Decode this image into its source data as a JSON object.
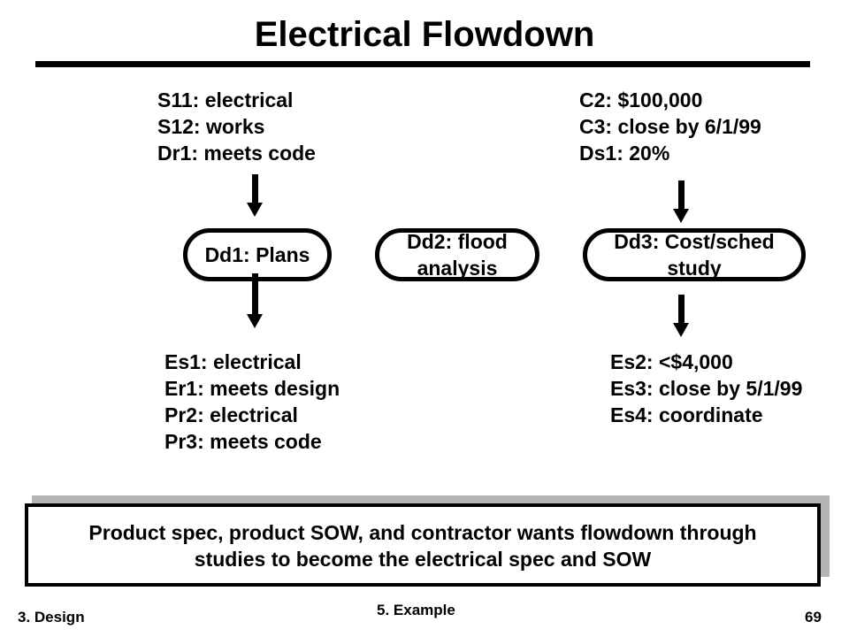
{
  "title": "Electrical Flowdown",
  "top_left": [
    "S11: electrical",
    "S12: works",
    "Dr1: meets code"
  ],
  "top_right": [
    "C2: $100,000",
    "C3: close by 6/1/99",
    "Ds1: 20%"
  ],
  "nodes": {
    "dd1": "Dd1: Plans",
    "dd2": [
      "Dd2: flood",
      "analysis"
    ],
    "dd3": [
      "Dd3: Cost/sched",
      "study"
    ]
  },
  "bottom_left": [
    "Es1: electrical",
    "Er1: meets design",
    "Pr2: electrical",
    "Pr3: meets code"
  ],
  "bottom_right": [
    "Es2: <$4,000",
    "Es3: close by 5/1/99",
    "Es4: coordinate"
  ],
  "note": [
    "Product spec, product SOW, and contractor wants flowdown through",
    "studies to become the electrical spec and SOW"
  ],
  "footer": {
    "left": "3. Design",
    "center": "5. Example",
    "right": "69"
  }
}
